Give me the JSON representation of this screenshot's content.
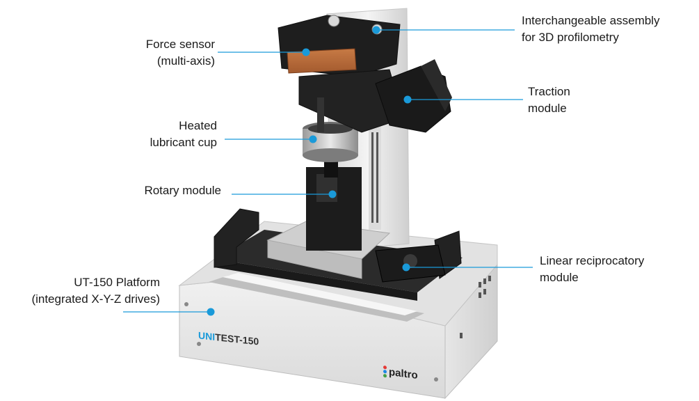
{
  "callouts": {
    "force_sensor": [
      "Force sensor",
      "(multi-axis)"
    ],
    "heated_cup": [
      "Heated",
      "lubricant cup"
    ],
    "rotary": [
      "Rotary module"
    ],
    "platform": [
      "UT-150 Platform",
      "(integrated X-Y-Z drives)"
    ],
    "interchangeable": [
      "Interchangeable assembly",
      "for 3D profilometry"
    ],
    "traction": [
      "Traction",
      "module"
    ],
    "linear": [
      "Linear reciprocatory",
      "module"
    ]
  },
  "branding": {
    "model_prefix": "UNI",
    "model_suffix": "TEST-150",
    "company": "paltro"
  },
  "colors": {
    "callout_line": "#1a9ad9",
    "callout_dot": "#1a9ad9",
    "model_prefix": "#1a9ad9",
    "sensor_copper": "#b86a3a"
  }
}
